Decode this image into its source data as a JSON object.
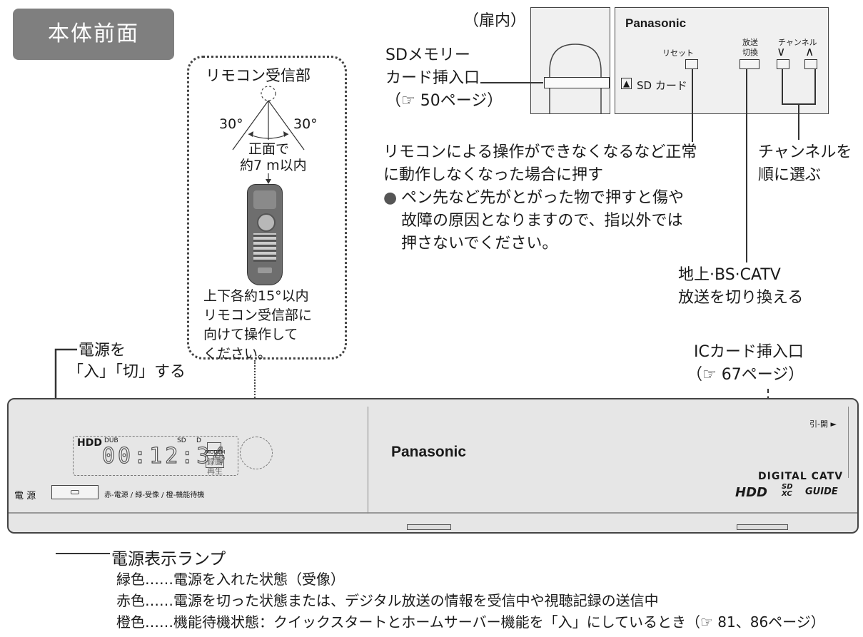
{
  "title": "本体前面",
  "sd_slot": {
    "label_1": "SDメモリー",
    "label_2": "カード挿入口",
    "ref": "（☞ 50ページ）",
    "door_label": "（扉内）"
  },
  "panel": {
    "brand": "Panasonic",
    "reset": "リセット",
    "broadcast_1": "放送",
    "broadcast_2": "切換",
    "channel": "チャンネル",
    "ch_down": "∨",
    "ch_up": "∧",
    "sd_card": "SD カード",
    "sd_icon": "▲"
  },
  "remote_callout": {
    "title": "リモコン受信部",
    "angle_left": "30°",
    "angle_right": "30°",
    "front_1": "正面で",
    "front_2": "約7 m以内",
    "vert_1": "上下各約15°以内",
    "vert_2": "リモコン受信部に",
    "vert_3": "向けて操作して",
    "vert_4": "ください。"
  },
  "reset_note": {
    "line_1": "リモコンによる操作ができなくなるなど正常",
    "line_2": "に動作しなくなった場合に押す",
    "bullet": "●",
    "warn_1": "ペン先など先がとがった物で押すと傷や",
    "warn_2": "故障の原因となりますので、指以外では",
    "warn_3": "押さないでください。"
  },
  "channel_note": {
    "line_1": "チャンネルを",
    "line_2": "順に選ぶ"
  },
  "broadcast_note": {
    "line_1": "地上·BS·CATV",
    "line_2": "放送を切り換える"
  },
  "ic_card": {
    "label": "ICカード挿入口",
    "ref": "（☞ 67ページ）"
  },
  "power_note": {
    "line_1": "電源を",
    "line_2": "「入」「切」する"
  },
  "device": {
    "display_hdd": "HDD",
    "display_dub": "DUB",
    "display_sd": "SD",
    "display_d": "D",
    "display_time": "00:12:34",
    "display_modem": "MODEM",
    "display_rec": "録画",
    "display_play": "再生",
    "brand": "Panasonic",
    "open": "引-開 ►",
    "power": "電 源",
    "led_legend": "赤-電源 / 緑-受像 / 橙-機能待機",
    "digital_catv": "DIGITAL CATV",
    "logo_hdd": "HDD",
    "logo_sd": "SD XC",
    "logo_guide": "GUIDE"
  },
  "power_lamp": {
    "title": "電源表示ランプ",
    "green": "緑色……電源を入れた状態（受像）",
    "red": "赤色……電源を切った状態または、デジタル放送の情報を受信中や視聴記録の送信中",
    "orange": "橙色……機能待機状態：クイックスタートとホームサーバー機能を「入」にしているとき（☞ 81、86ページ）"
  }
}
